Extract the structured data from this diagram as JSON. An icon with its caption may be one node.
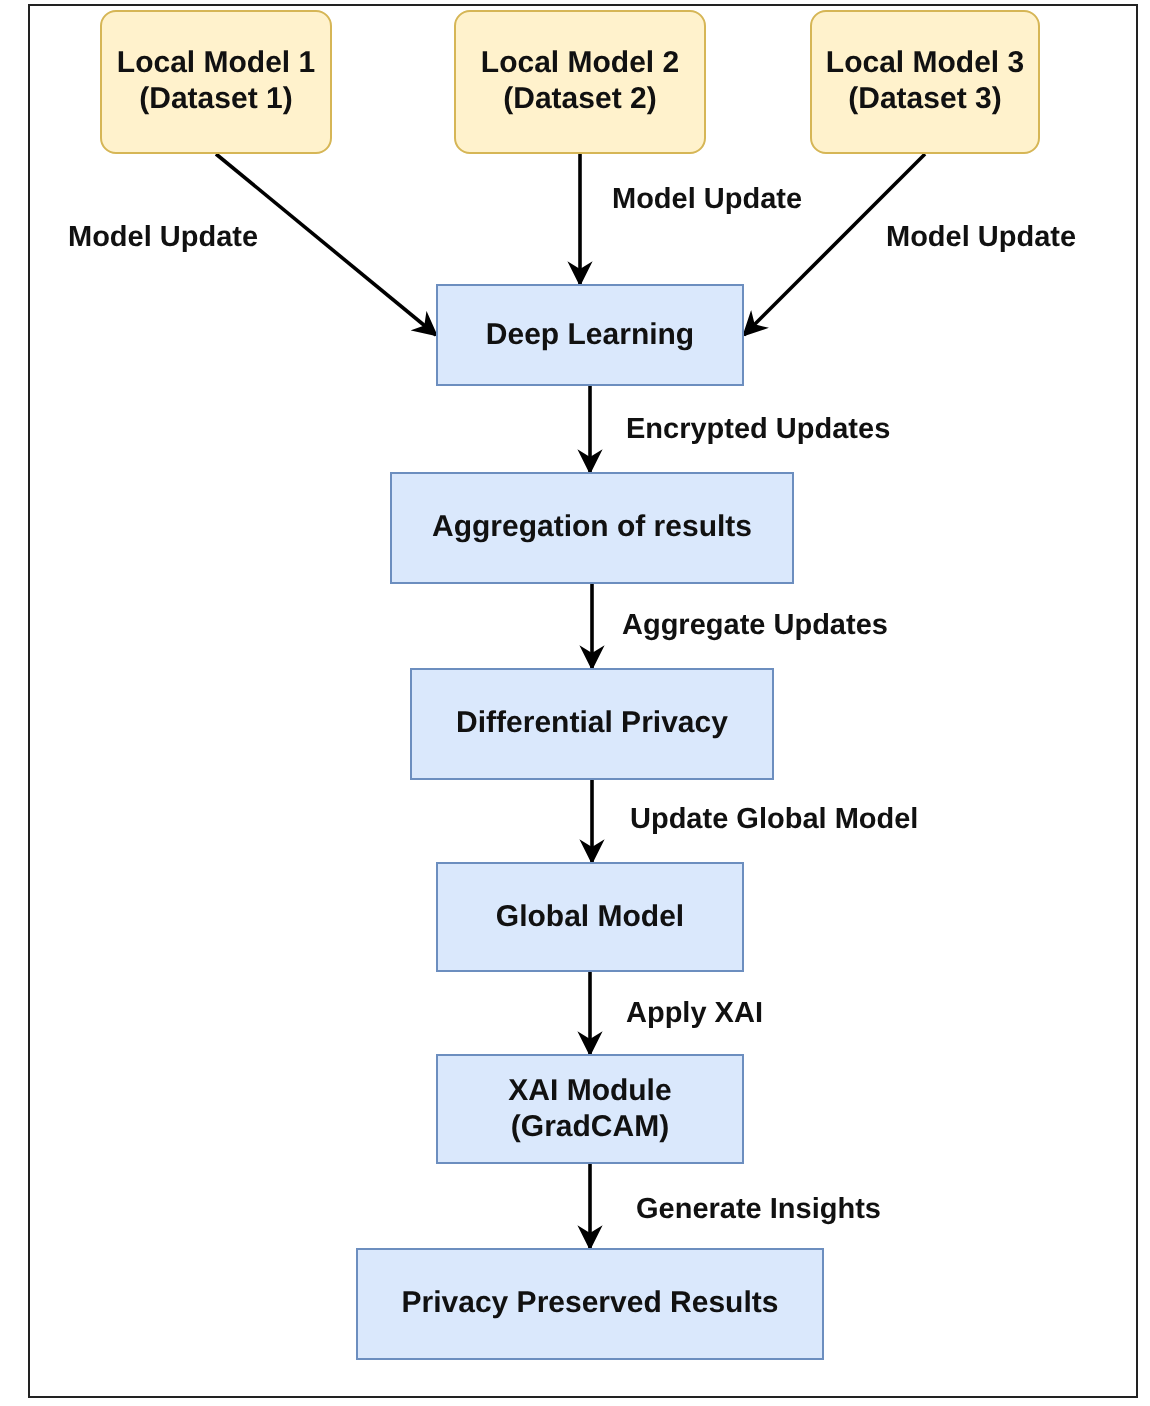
{
  "diagram": {
    "nodes": [
      {
        "text": [
          "Local Model 1 (Dataset 1)"
        ]
      },
      {
        "text": [
          "Local Model 2 (Dataset 2)"
        ]
      },
      {
        "text": [
          "Local Model 3 (Dataset 3)"
        ]
      },
      {
        "text": [
          "Deep Learning"
        ]
      },
      {
        "text": [
          "Aggregation of results"
        ]
      },
      {
        "text": [
          "Differential Privacy"
        ]
      },
      {
        "text": [
          "Global Model"
        ]
      },
      {
        "text": [
          "XAI Module (GradCAM)"
        ]
      },
      {
        "text": [
          "Privacy Preserved Results"
        ]
      }
    ],
    "edges": [
      {
        "from": 0,
        "to": 3,
        "arrow": "to",
        "label": "Model Update"
      },
      {
        "from": 1,
        "to": 3,
        "arrow": "to",
        "label": "Model Update"
      },
      {
        "from": 2,
        "to": 3,
        "arrow": "to",
        "label": "Model Update"
      },
      {
        "from": 3,
        "to": 4,
        "arrow": "to",
        "label": "Encrypted Updates"
      },
      {
        "from": 4,
        "to": 5,
        "arrow": "to",
        "label": "Aggregate Updates"
      },
      {
        "from": 5,
        "to": 6,
        "arrow": "to",
        "label": "Update Global Model"
      },
      {
        "from": 6,
        "to": 7,
        "arrow": "to",
        "label": "Apply XAI"
      },
      {
        "from": 7,
        "to": 8,
        "arrow": "to",
        "label": "Generate Insights"
      }
    ]
  }
}
